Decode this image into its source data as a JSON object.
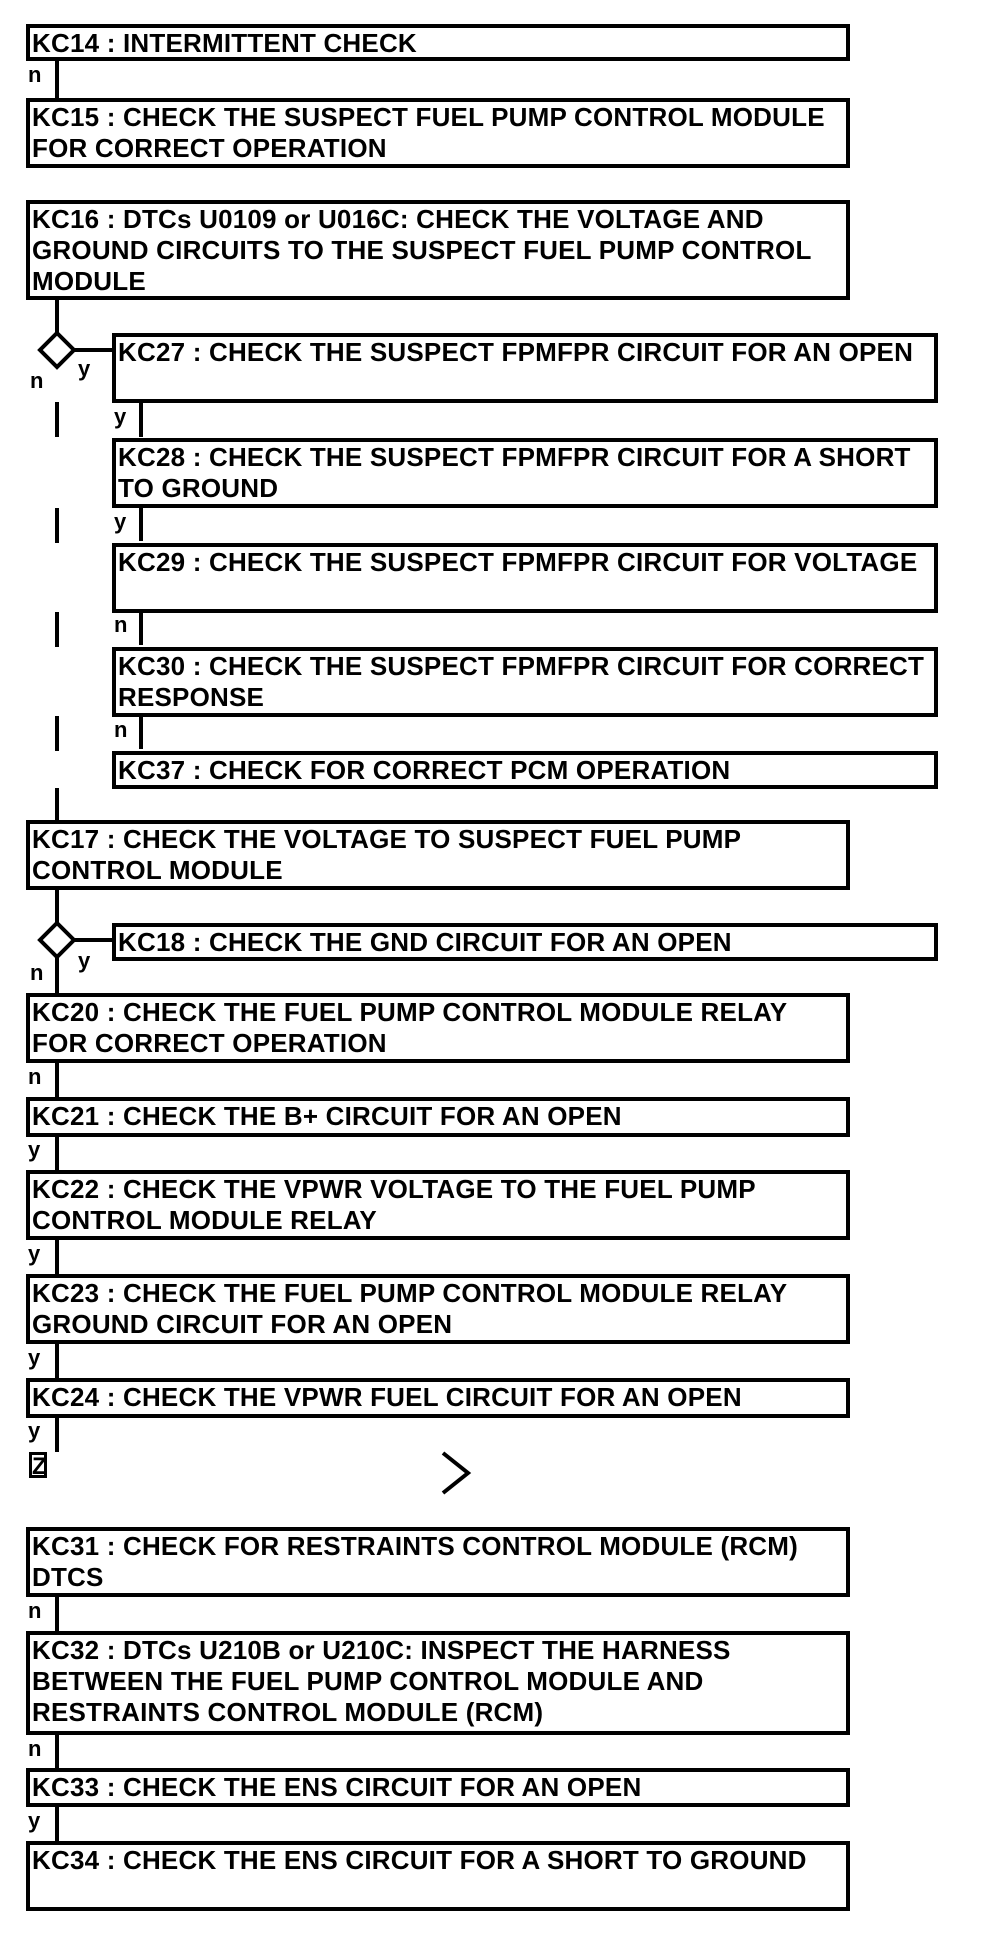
{
  "boxes": {
    "kc14": "KC14 : INTERMITTENT CHECK",
    "kc15": "KC15 : CHECK THE SUSPECT FUEL PUMP CONTROL MODULE FOR CORRECT OPERATION",
    "kc16": "KC16 : DTCs U0109 or U016C: CHECK THE VOLTAGE AND GROUND CIRCUITS TO THE SUSPECT FUEL PUMP CONTROL MODULE",
    "kc27": "KC27 : CHECK THE SUSPECT FPMFPR CIRCUIT FOR AN OPEN",
    "kc28": "KC28 : CHECK THE SUSPECT FPMFPR CIRCUIT FOR A SHORT TO GROUND",
    "kc29": "KC29 : CHECK THE SUSPECT FPMFPR CIRCUIT FOR VOLTAGE",
    "kc30": "KC30 : CHECK THE SUSPECT FPMFPR CIRCUIT FOR CORRECT RESPONSE",
    "kc37": "KC37 : CHECK FOR CORRECT PCM OPERATION",
    "kc17": "KC17 : CHECK THE VOLTAGE TO SUSPECT FUEL PUMP CONTROL MODULE",
    "kc18": "KC18 : CHECK THE GND CIRCUIT FOR AN OPEN",
    "kc20": "KC20 : CHECK THE FUEL PUMP CONTROL MODULE RELAY FOR CORRECT OPERATION",
    "kc21": "KC21 : CHECK THE B+ CIRCUIT FOR AN OPEN",
    "kc22": "KC22 : CHECK THE VPWR VOLTAGE TO THE FUEL PUMP CONTROL MODULE RELAY",
    "kc23": "KC23 : CHECK THE FUEL PUMP CONTROL MODULE RELAY GROUND CIRCUIT FOR AN OPEN",
    "kc24": "KC24 : CHECK THE VPWR FUEL CIRCUIT FOR AN OPEN",
    "kc31": "KC31 : CHECK FOR RESTRAINTS CONTROL MODULE (RCM) DTCS",
    "kc32": "KC32 : DTCs U210B or U210C: INSPECT THE HARNESS BETWEEN THE FUEL PUMP CONTROL MODULE AND RESTRAINTS CONTROL MODULE (RCM)",
    "kc33": "KC33 : CHECK THE ENS CIRCUIT FOR AN OPEN",
    "kc34": "KC34 : CHECK THE ENS CIRCUIT FOR A SHORT TO GROUND"
  },
  "labels": {
    "n": "n",
    "y": "y"
  },
  "connector": "Z",
  "continue_glyph": "〉"
}
